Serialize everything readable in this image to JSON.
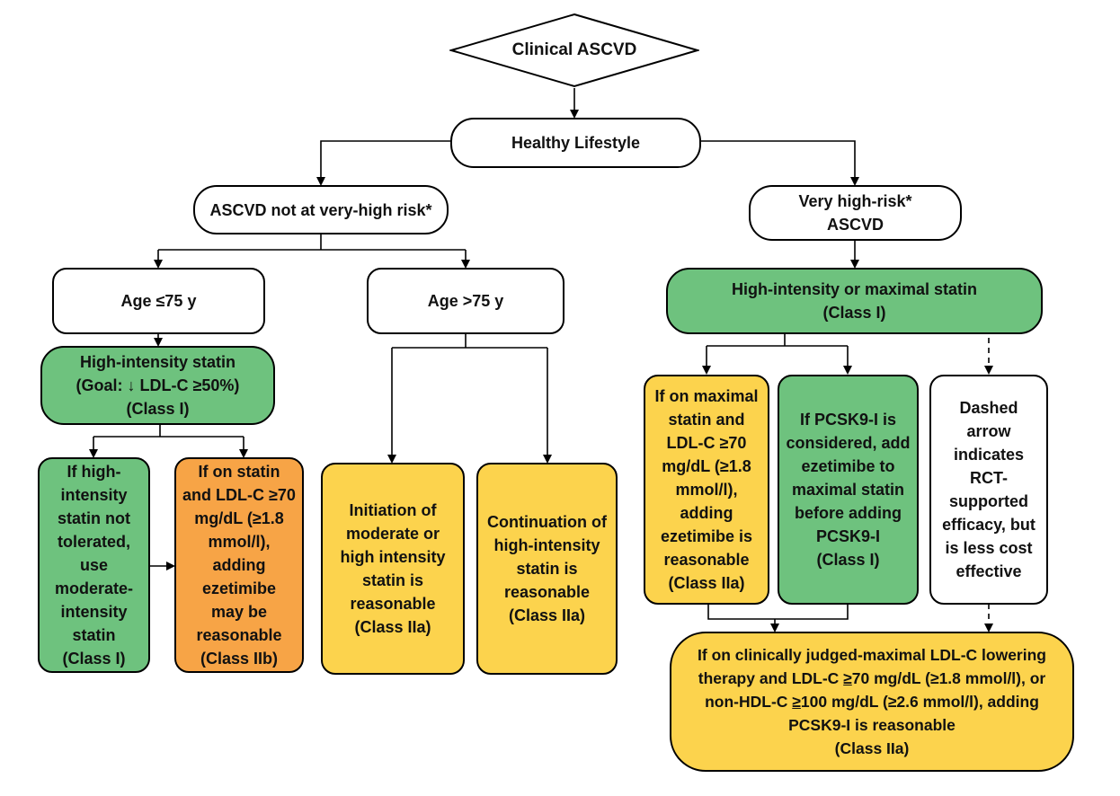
{
  "nodes": {
    "clinical_ascvd": "Clinical ASCVD",
    "healthy_lifestyle": "Healthy Lifestyle",
    "not_very_high_risk": "ASCVD not at very-high risk*",
    "very_high_risk": "Very high-risk*\nASCVD",
    "age_le75": "Age ≤75 y",
    "age_gt75": "Age >75 y",
    "high_intensity_statin": "High-intensity statin\n(Goal: ↓ LDL-C ≥50%)\n(Class I)",
    "high_intensity_or_maximal": "High-intensity or maximal statin\n(Class I)",
    "statin_not_tolerated": "If high-\nintensity\nstatin not\ntolerated,\nuse\nmoderate-\nintensity\nstatin\n(Class I)",
    "ezetimibe_may_be": "If on statin\nand LDL-C ≥70\nmg/dL (≥1.8\nmmol/l),\nadding\nezetimibe\nmay be\nreasonable\n(Class IIb)",
    "initiation_moderate": "Initiation of\nmoderate or\nhigh intensity\nstatin is\nreasonable\n(Class IIa)",
    "continuation_high": "Continuation of\nhigh-intensity\nstatin is\nreasonable\n(Class IIa)",
    "maximal_statin_ezetimibe": "If on maximal\nstatin and\nLDL-C ≥70\nmg/dL (≥1.8\nmmol/l),\nadding\nezetimibe is\nreasonable\n(Class IIa)",
    "pcsk9_considered": "If PCSK9-I is\nconsidered, add\nezetimibe to\nmaximal statin\nbefore adding\nPCSK9-I\n(Class I)",
    "dashed_note": "Dashed\narrow\nindicates\nRCT-\nsupported\nefficacy, but\nis less cost\neffective",
    "pcsk9_final": {
      "line1": "If on clinically judged-maximal LDL-C lowering",
      "line2_a": "therapy and LDL-C ",
      "line2_ge": "≥",
      "line2_b": "70 mg/dL (≥1.8 mmol/l), or",
      "line3_a": "non-HDL-C ",
      "line3_ge": "≥",
      "line3_b": "100 mg/dL (≥2.6 mmol/l), adding",
      "line4": "PCSK9-I is reasonable",
      "line5": "(Class IIa)"
    }
  },
  "colors": {
    "green": "#6ec27e",
    "yellow": "#fcd34d",
    "orange": "#f7a446",
    "white": "#ffffff",
    "border": "#000000"
  }
}
